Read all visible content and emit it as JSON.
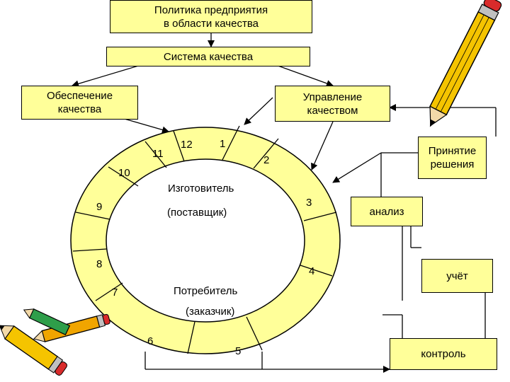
{
  "boxes": {
    "policy": "Политика предприятия\nв области качества",
    "system": "Система качества",
    "assurance": "Обеспечение\nкачества",
    "management": "Управление\nкачеством",
    "decision": "Принятие\nрешения",
    "analysis": "анализ",
    "accounting": "учёт",
    "control": "контроль"
  },
  "ring": {
    "manufacturer": "Изготовитель",
    "supplier": "(поставщик)",
    "consumer": "Потребитель",
    "customer": "(заказчик)",
    "segment_numbers": [
      "1",
      "2",
      "3",
      "4",
      "5",
      "6",
      "7",
      "8",
      "9",
      "10",
      "11",
      "12"
    ]
  },
  "colors": {
    "box_fill": "#ffff99",
    "ring_fill": "#ffff99",
    "line": "#000000",
    "pencil_body": "#f5c400",
    "pencil_tip": "#d92b2b"
  },
  "icons": [
    "pencil-icon",
    "pencils-icon"
  ]
}
